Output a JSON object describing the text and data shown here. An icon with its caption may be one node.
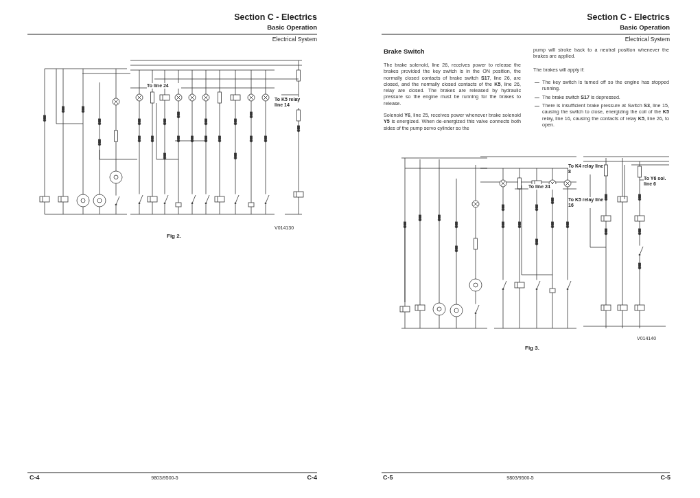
{
  "diagram": {
    "labels": [
      "Section C - Electrics",
      "Basic Operation",
      "Electrical System",
      "To line 24",
      "To K5 relay line 14",
      "V014130",
      "Fig 2.",
      "C-4",
      "9803/9500-5",
      "C-4",
      "Section C - Electrics",
      "Basic Operation",
      "Electrical System",
      "Brake Switch",
      "The brake solenoid, line 26, receives power to release the brakes provided the key switch is in the ON position, the normally closed contacts of brake switch **S17**, line 26, are closed, and the normally closed contacts of the **K5**, line 26, relay are closed. The brakes are released by hydraulic pressure so the engine must be running for the brakes to release.",
      "Solenoid **Y6**, line 25, receives power whenever brake solenoid **Y5** is energized. When de-energized this valve connects both sides of the pump servo cylinder so the",
      "pump will stroke back to a neutral position whenever the brakes are applied.",
      "The brakes will apply if:",
      "The key switch is turned off so the engine has stopped running.",
      "The brake switch **S17** is depressed.",
      "There is insufficient brake pressure at Switch **S3**, line 15, causing the switch to close, energizing the coil of the **K5** relay, line 16, causing the contacts of relay **K5**, line 26, to open.",
      "To K4 relay line 8",
      "To Y6 sol. line 6",
      "To line 24",
      "To K5 relay line 16",
      "V014140",
      "Fig 3.",
      "C-5",
      "9803/9500-5",
      "C-5"
    ]
  }
}
